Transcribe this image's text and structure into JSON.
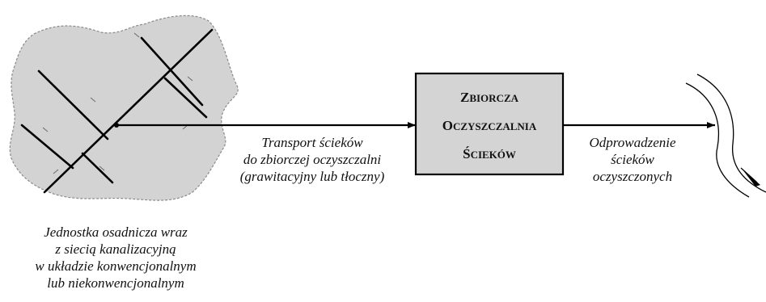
{
  "settlement": {
    "label_lines": [
      "Jednostka osadnicza wraz",
      "z siecią kanalizacyjną",
      "w układzie konwencjonalnym",
      "lub niekonwencjonalnym"
    ]
  },
  "transport": {
    "label_lines": [
      "Transport ścieków",
      "do zbiorczej oczyszczalni",
      "(grawitacyjny lub tłoczny)"
    ]
  },
  "plant": {
    "title_lines": [
      {
        "first": "Z",
        "rest": "BIORCZA"
      },
      {
        "first": "O",
        "rest": "CZYSZCZALNIA"
      },
      {
        "first": "Ś",
        "rest": "CIEKÓW"
      }
    ]
  },
  "discharge": {
    "label_lines": [
      "Odprowadzenie",
      "ścieków",
      "oczyszczonych"
    ]
  },
  "colors": {
    "settlement_fill": "#d3d3d3",
    "plant_fill": "#d4d4d4",
    "stroke": "#000000"
  }
}
